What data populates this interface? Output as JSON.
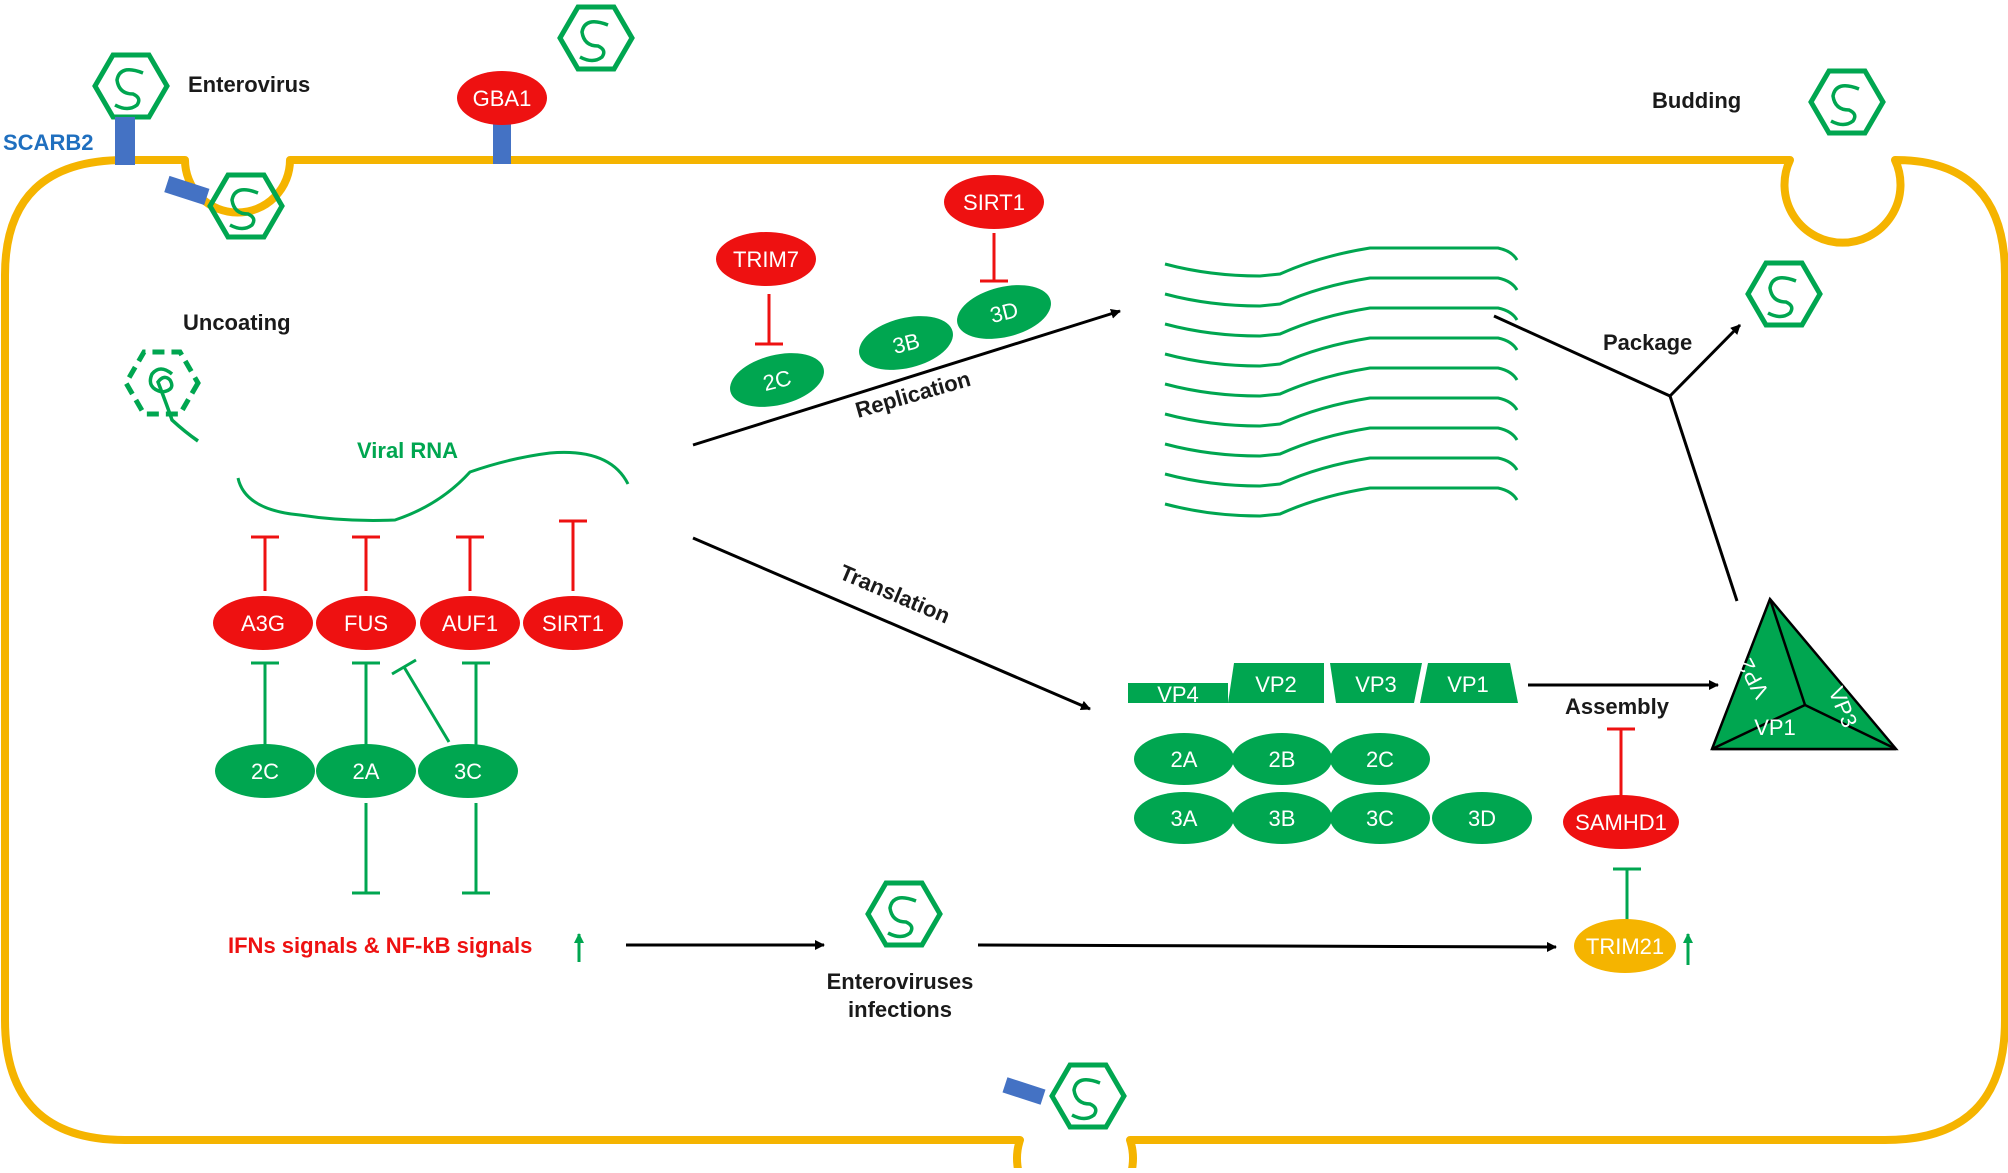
{
  "labels": {
    "enterovirus": "Enterovirus",
    "scarb2": "SCARB2",
    "budding": "Budding",
    "uncoating": "Uncoating",
    "viral_rna": "Viral RNA",
    "replication": "Replication",
    "translation": "Translation",
    "package": "Package",
    "assembly": "Assembly",
    "ifn_signals": "IFNs signals & NF-kB signals",
    "infections_line1": "Enteroviruses",
    "infections_line2": "infections"
  },
  "host_factors": {
    "gba1": "GBA1",
    "trim7": "TRIM7",
    "sirt1_top": "SIRT1",
    "a3g": "A3G",
    "fus": "FUS",
    "auf1": "AUF1",
    "sirt1": "SIRT1",
    "samhd1": "SAMHD1",
    "trim21": "TRIM21"
  },
  "viral_proteins": {
    "replication": [
      "2C",
      "3B",
      "3D"
    ],
    "antagonists": [
      "2C",
      "2A",
      "3C"
    ],
    "structural": [
      "VP4",
      "VP2",
      "VP3",
      "VP1"
    ],
    "nonstructural_row1": [
      "2A",
      "2B",
      "2C"
    ],
    "nonstructural_row2": [
      "3A",
      "3B",
      "3C",
      "3D"
    ],
    "capsid": [
      "VP2",
      "VP3",
      "VP1"
    ]
  },
  "colors": {
    "membrane": "#F5B400",
    "virus_green": "#00A650",
    "host_red": "#EE1111",
    "receptor_blue": "#4472C4",
    "scarb2_text": "#1F6FBF",
    "trim21_fill": "#F5B400",
    "ifn_text": "#EE1111"
  }
}
